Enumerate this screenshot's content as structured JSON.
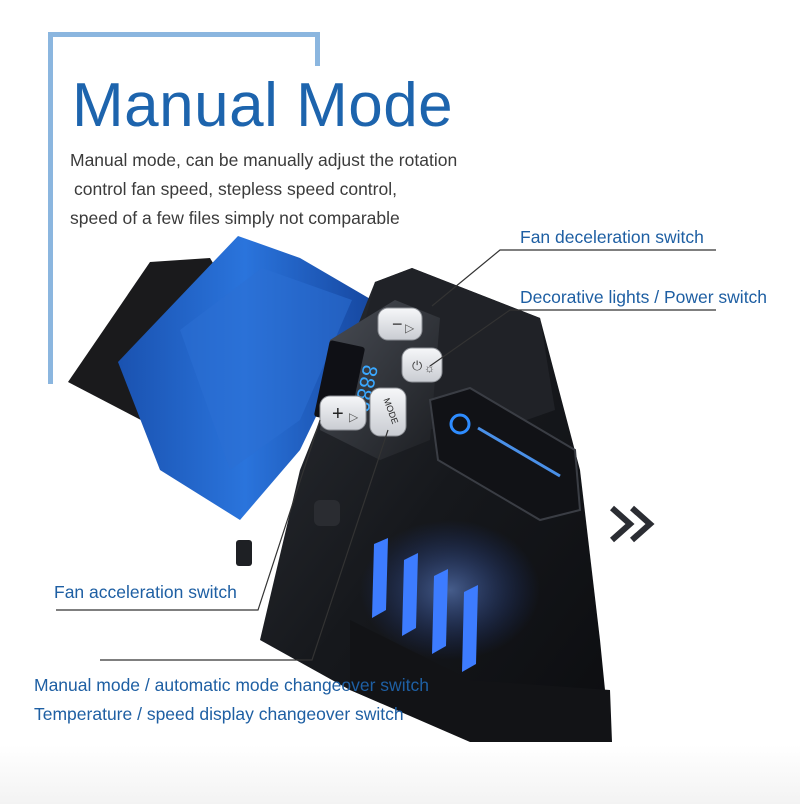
{
  "heading": {
    "title": "Manual Mode",
    "description": [
      "Manual mode, can be manually adjust the rotation",
      " control fan speed, stepless speed control,",
      "speed of a few files simply not comparable"
    ]
  },
  "callouts": {
    "fan_deceleration": "Fan deceleration switch",
    "decorative_lights": "Decorative lights / Power switch",
    "fan_acceleration": "Fan acceleration switch",
    "mode_changeover": "Manual mode / automatic mode changeover switch",
    "temperature_speed": "Temperature / speed display changeover switch"
  },
  "device": {
    "display": "8888",
    "button_minus": "−",
    "button_plus": "+",
    "button_mode": "MODE",
    "icon_power": "power-icon",
    "icon_light": "sun-icon",
    "icon_fan": "fan-icon",
    "colors": {
      "body": "#1b1d21",
      "accent_blue": "#1f63c8",
      "led_blue": "#3a7dff",
      "title_blue": "#1d64ad"
    }
  }
}
